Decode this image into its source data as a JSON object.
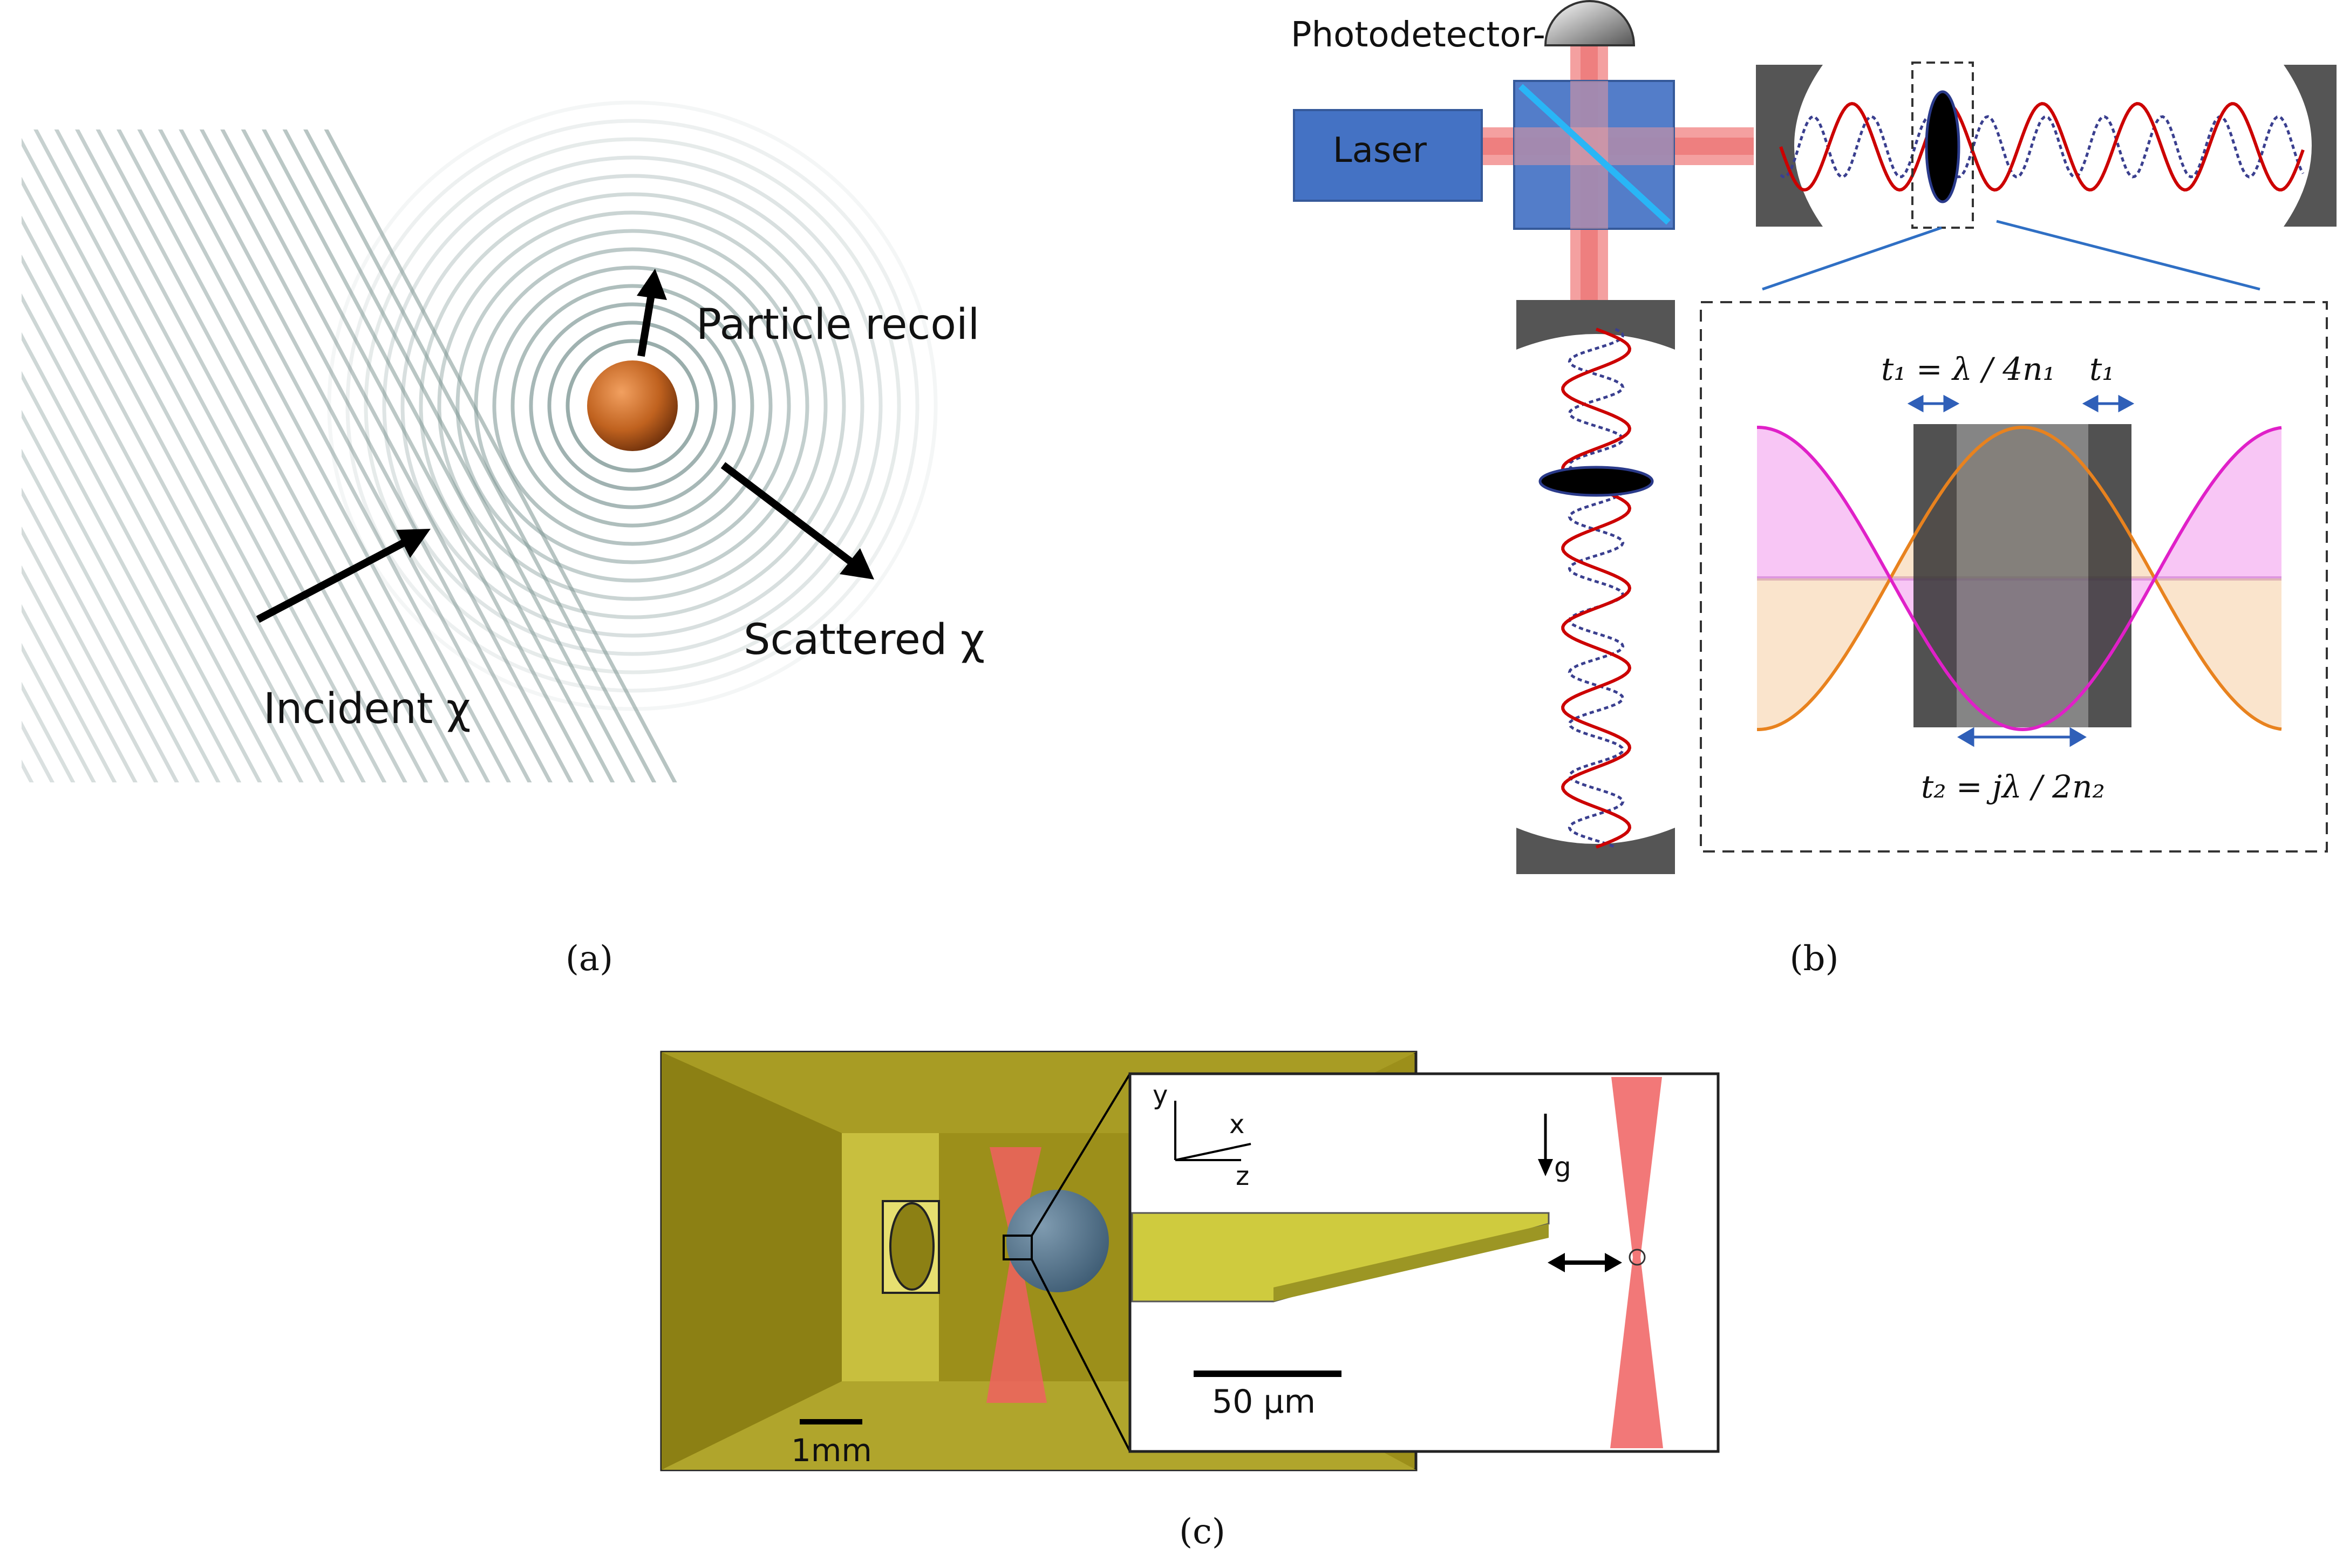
{
  "panel_a": {
    "label_recoil": "Particle recoil",
    "label_scattered": "Scattered χ",
    "label_incident": "Incident χ",
    "caption": "(a)",
    "particle_color": "#b5581f"
  },
  "panel_b": {
    "label_photodetector": "Photodetector-",
    "label_laser": "Laser",
    "eq_t1": "t₁ = λ / 4n₁",
    "eq_t1_right": "t₁",
    "eq_t2": "t₂ = jλ / 2n₂",
    "caption": "(b)",
    "laser_color": "#4472c4",
    "beam_color": "#f08080",
    "wave_color": "#cc0000",
    "wave_dotted_color": "#3a3f8f",
    "field_orange": "#e8821e",
    "field_magenta": "#e020c8"
  },
  "panel_c": {
    "axis_y": "y",
    "axis_x": "x",
    "axis_z": "z",
    "label_g": "g",
    "scale_inset": "50 µm",
    "scale_main": "1mm",
    "caption": "(c)",
    "metal_color": "#9c8f1a",
    "cantilever_color": "#d8d44a",
    "beam_color": "#f06060"
  }
}
